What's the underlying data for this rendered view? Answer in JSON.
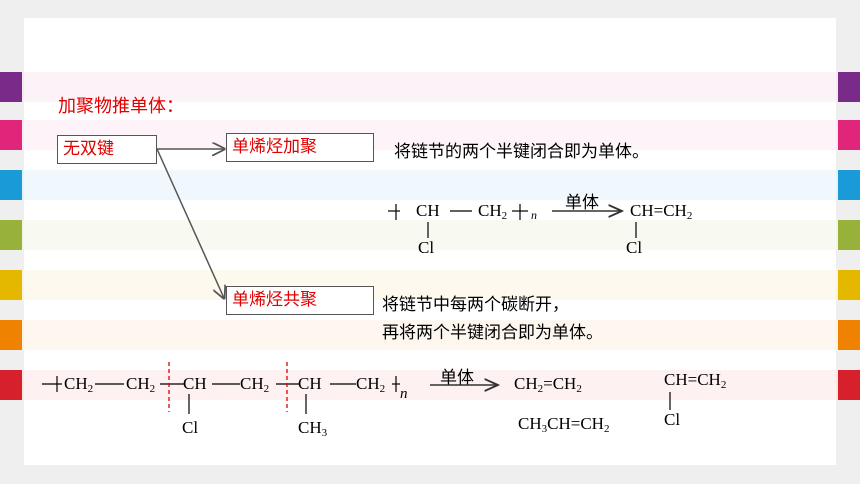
{
  "colors": {
    "stripes": [
      "#f7eaf1",
      "#fde9f2",
      "#e3f2fb",
      "#f2f4e6",
      "#fbf4e0",
      "#fdf0e4",
      "#fbe5e7"
    ],
    "tabs": [
      "#7a2b8a",
      "#e0257a",
      "#1a9ad7",
      "#97b13a",
      "#e5b800",
      "#ef8200",
      "#d6202c"
    ]
  },
  "heading": "加聚物推单体：",
  "boxes": {
    "no_double_bond": "无双键",
    "homo": "单烯烃加聚",
    "co": "单烯烃共聚"
  },
  "notes": {
    "homo_rule": "将链节的两个半键闭合即为单体。",
    "co_rule_1": "将链节中每两个碳断开，",
    "co_rule_2": "再将两个半键闭合即为单体。"
  },
  "arrow_label": "单体",
  "formulas": {
    "pvc_ch": "CH",
    "pvc_ch2": "CH",
    "pvc_cl": "Cl",
    "n": "n",
    "vc_monomer": "CH=CH",
    "vc_cl": "Cl",
    "co_ch2_a": "CH",
    "co_ch2_b": "CH",
    "co_ch_a": "CH",
    "co_ch2_c": "CH",
    "co_ch_b": "CH",
    "co_ch2_d": "CH",
    "co_cl": "Cl",
    "co_ch3": "CH",
    "ethylene": "CH",
    "ethylene_eq": "=CH",
    "propylene_a": "CH",
    "propylene_b": "CH=CH",
    "vc2_monomer": "CH=CH",
    "vc2_cl": "Cl",
    "sub2": "2",
    "sub3": "3"
  }
}
